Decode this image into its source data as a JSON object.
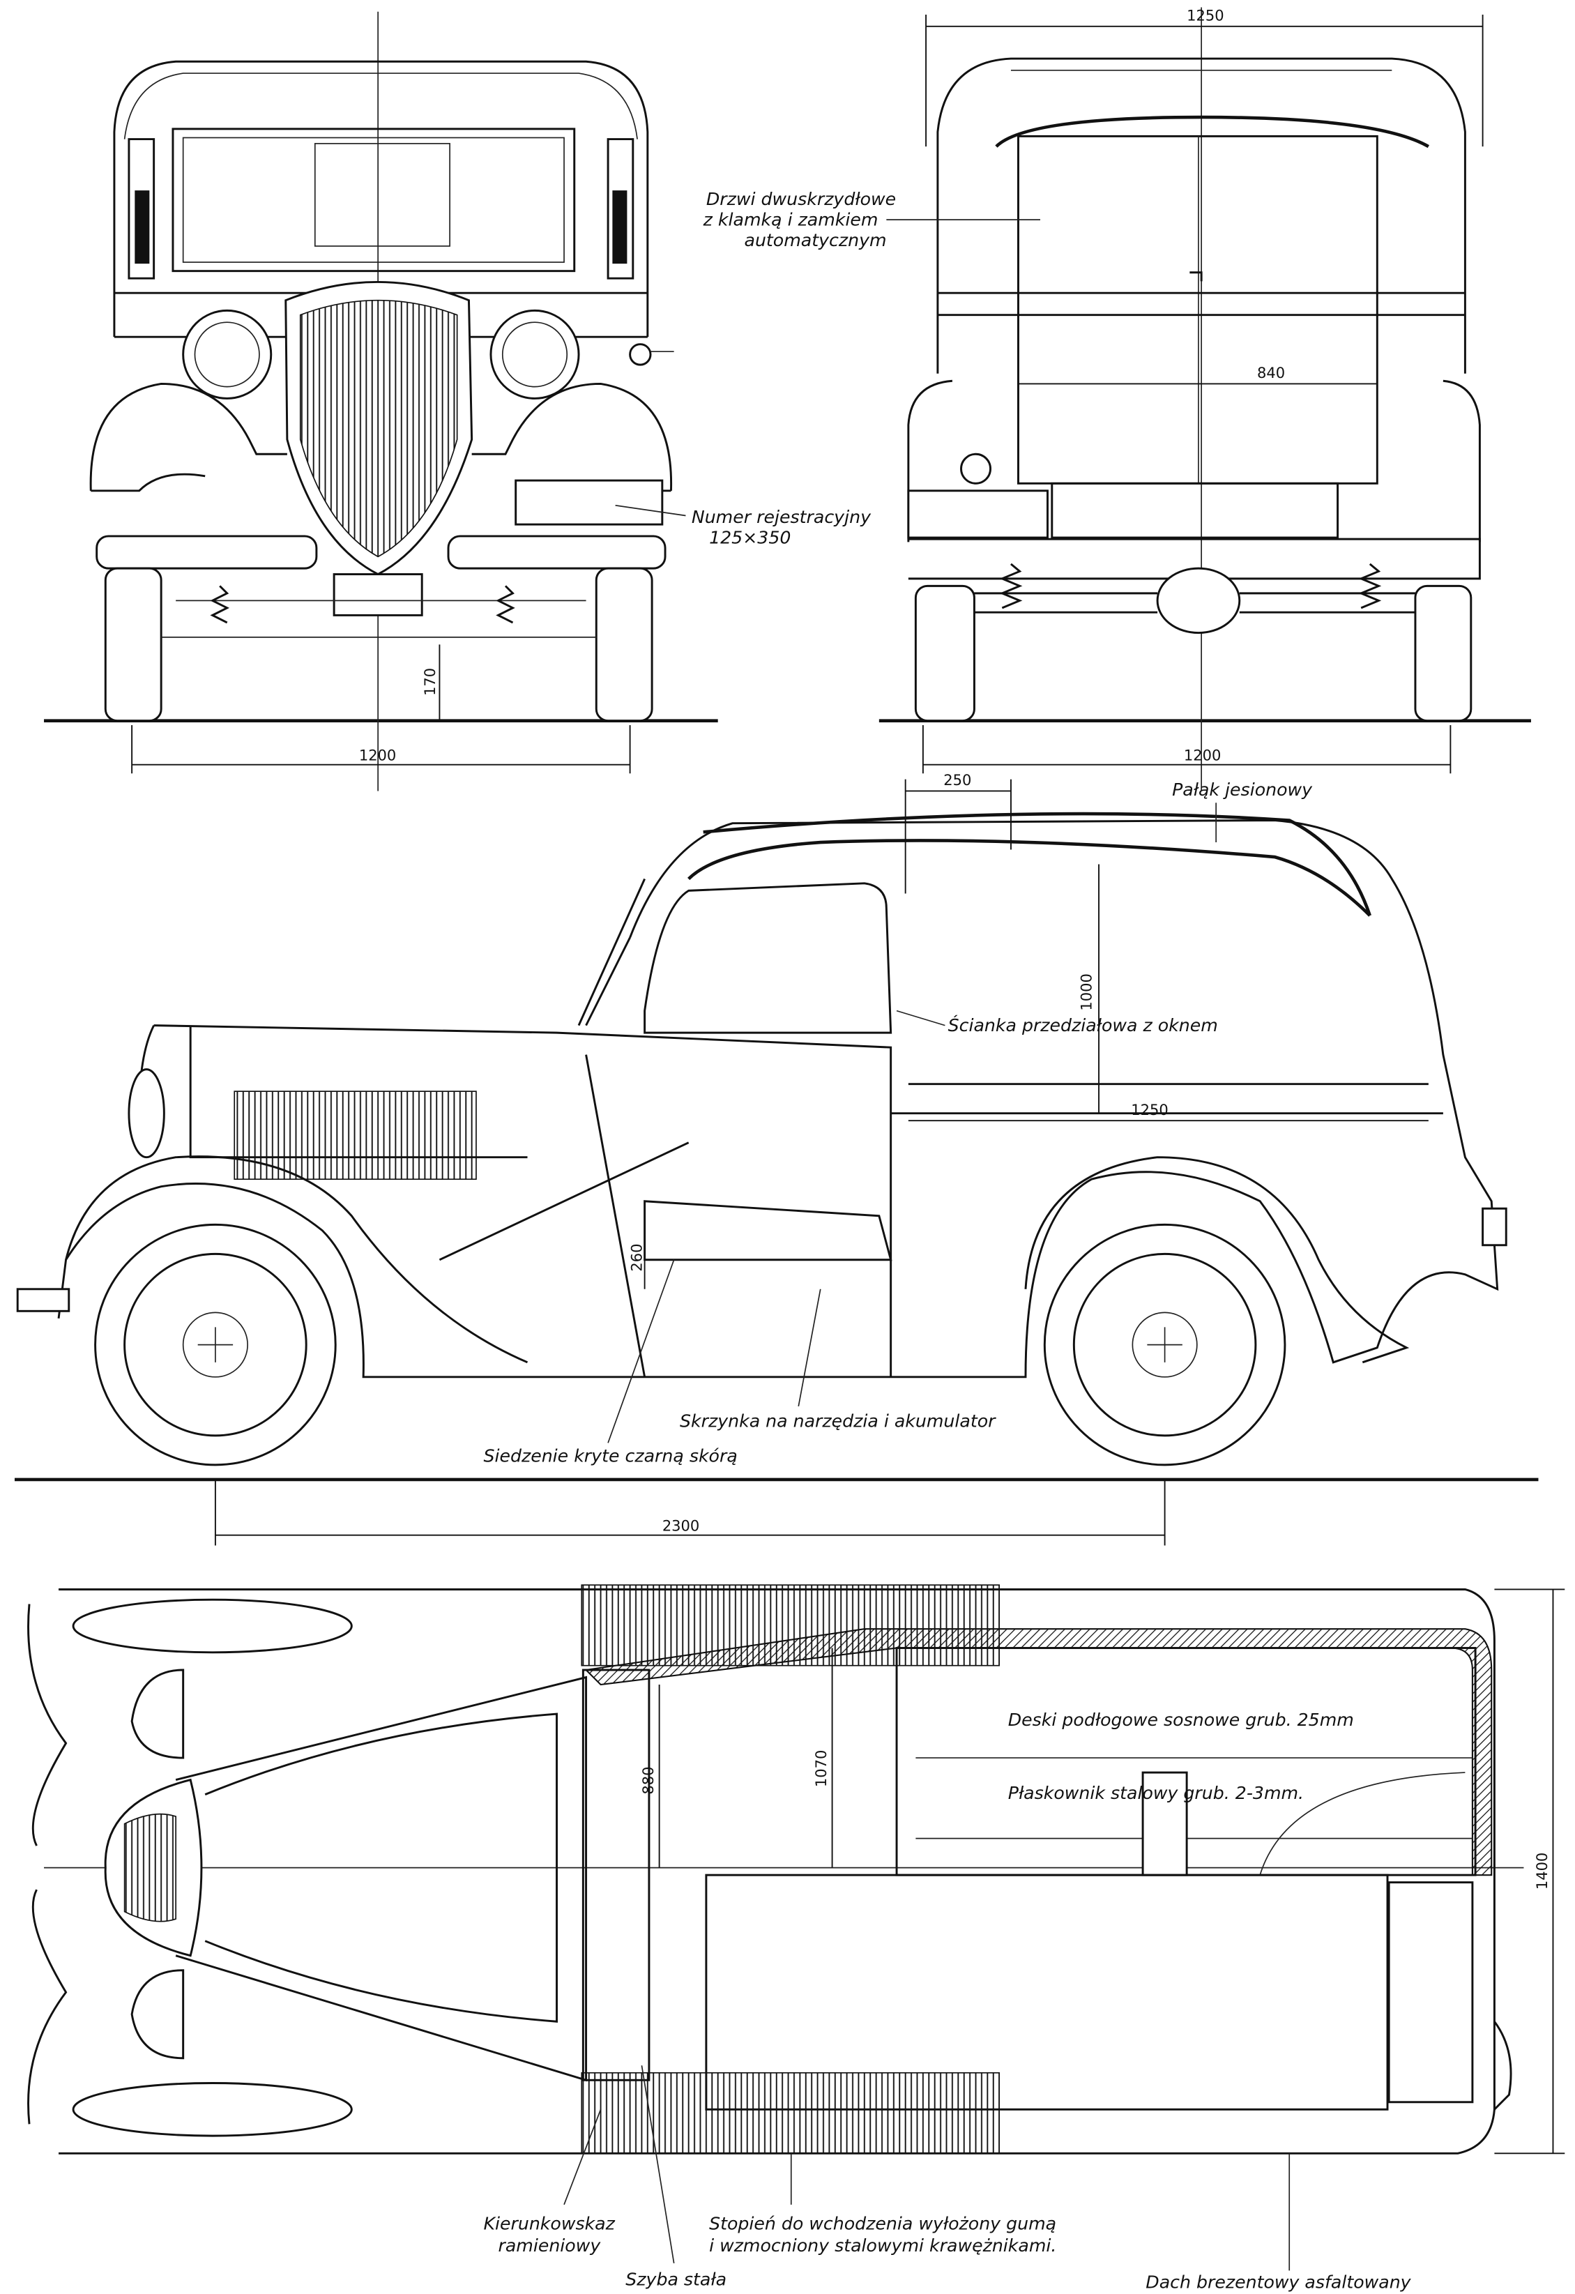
{
  "front_view": {
    "plate_label_line1": "Numer rejestracyjny",
    "plate_label_line2": "125×350",
    "dim_ground_clearance": "170",
    "dim_track": "1200"
  },
  "rear_view": {
    "dim_width": "1250",
    "door_label_line1": "Drzwi dwuskrzydłowe",
    "door_label_line2": "z klamką i zamkiem",
    "door_label_line3": "automatycznym",
    "dim_door_width": "840",
    "dim_track": "1200"
  },
  "side_view": {
    "dim_roof_overhang": "250",
    "roof_bow_label": "Pałąk jesionowy",
    "dim_cargo_height": "1000",
    "partition_label": "Ścianka przedziałowa z oknem",
    "dim_cargo_length": "1250",
    "dim_seat_height": "260",
    "toolbox_label": "Skrzynka na narzędzia i akumulator",
    "seat_label": "Siedzenie kryte czarną skórą",
    "dim_wheelbase": "2300"
  },
  "top_view": {
    "dim_cab_width": "880",
    "dim_door_width": "1070",
    "dim_overall_width": "1400",
    "floor_label": "Deski podłogowe sosnowe grub. 25mm",
    "strip_label": "Płaskownik stalowy grub. 2-3mm.",
    "indicator_label_line1": "Kierunkowskaz",
    "indicator_label_line2": "ramieniowy",
    "fixed_glass_label": "Szyba stała",
    "step_label_line1": "Stopień do wchodzenia wyłożony gumą",
    "step_label_line2": "i wzmocniony stalowymi krawężnikami.",
    "roof_label": "Dach brezentowy asfaltowany"
  }
}
